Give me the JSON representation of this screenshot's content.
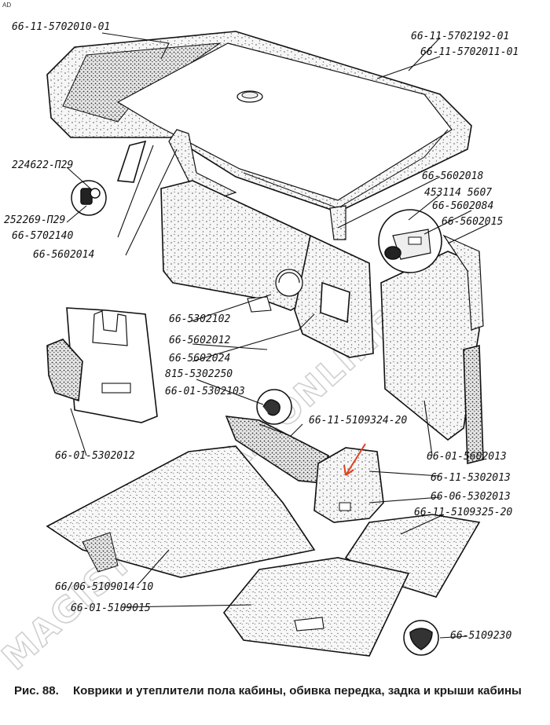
{
  "corner_mark": "AD",
  "watermark": "MAGISTRAL-MAZ.ONLINE",
  "caption": {
    "figure": "Рис. 88.",
    "text": "Коврики и утеплители пола кабины, обивка передка, задка и крыши кабины"
  },
  "labels": {
    "l1": "66-11-5702010-01",
    "l2": "66-11-5702192-01",
    "l3": "66-11-5702011-01",
    "l4": "224622-П29",
    "l5": "252269-П29",
    "l6": "66-5702140",
    "l7": "66-5602014",
    "l8": "66-5602018",
    "l9": "453114 5607",
    "l10": "66-5602084",
    "l11": "66-5602015",
    "l12": "66-5302102",
    "l13": "66-5602012",
    "l14": "66-5602024",
    "l15": "815-5302250",
    "l16": "66-01-5302103",
    "l17": "66-11-5109324-20",
    "l18": "66-01-5302012",
    "l19": "66-01-5602013",
    "l20": "66-11-5302013",
    "l21": "66-06-5302013",
    "l22": "66-11-5109325-20",
    "l23": "66/06-5109014-10",
    "l24": "66-01-5109015",
    "l25": "66-5109230"
  },
  "colors": {
    "ink": "#111111",
    "pointer": "#e2401c",
    "panel_fill": "#f4f4f4",
    "watermark": "#cfcfcf"
  }
}
